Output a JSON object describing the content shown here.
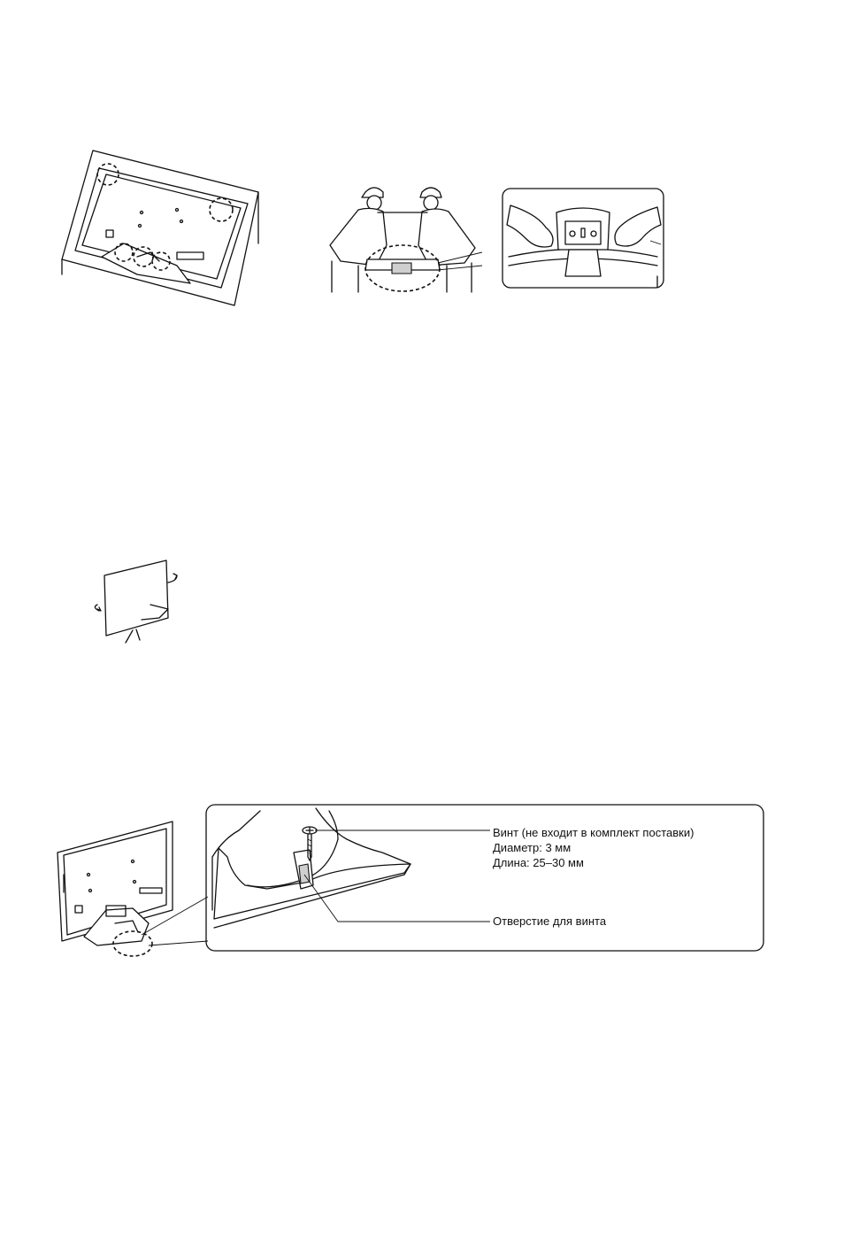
{
  "figure_screw": {
    "screw_label_line1": "Винт (не входит в комплект поставки)",
    "screw_label_line2": "Диаметр: 3 мм",
    "screw_label_line3": "Длина: 25–30 мм",
    "hole_label": "Отверстие для винта"
  },
  "colors": {
    "ink": "#111111",
    "shade": "#cfcfcf",
    "paper": "#ffffff"
  }
}
